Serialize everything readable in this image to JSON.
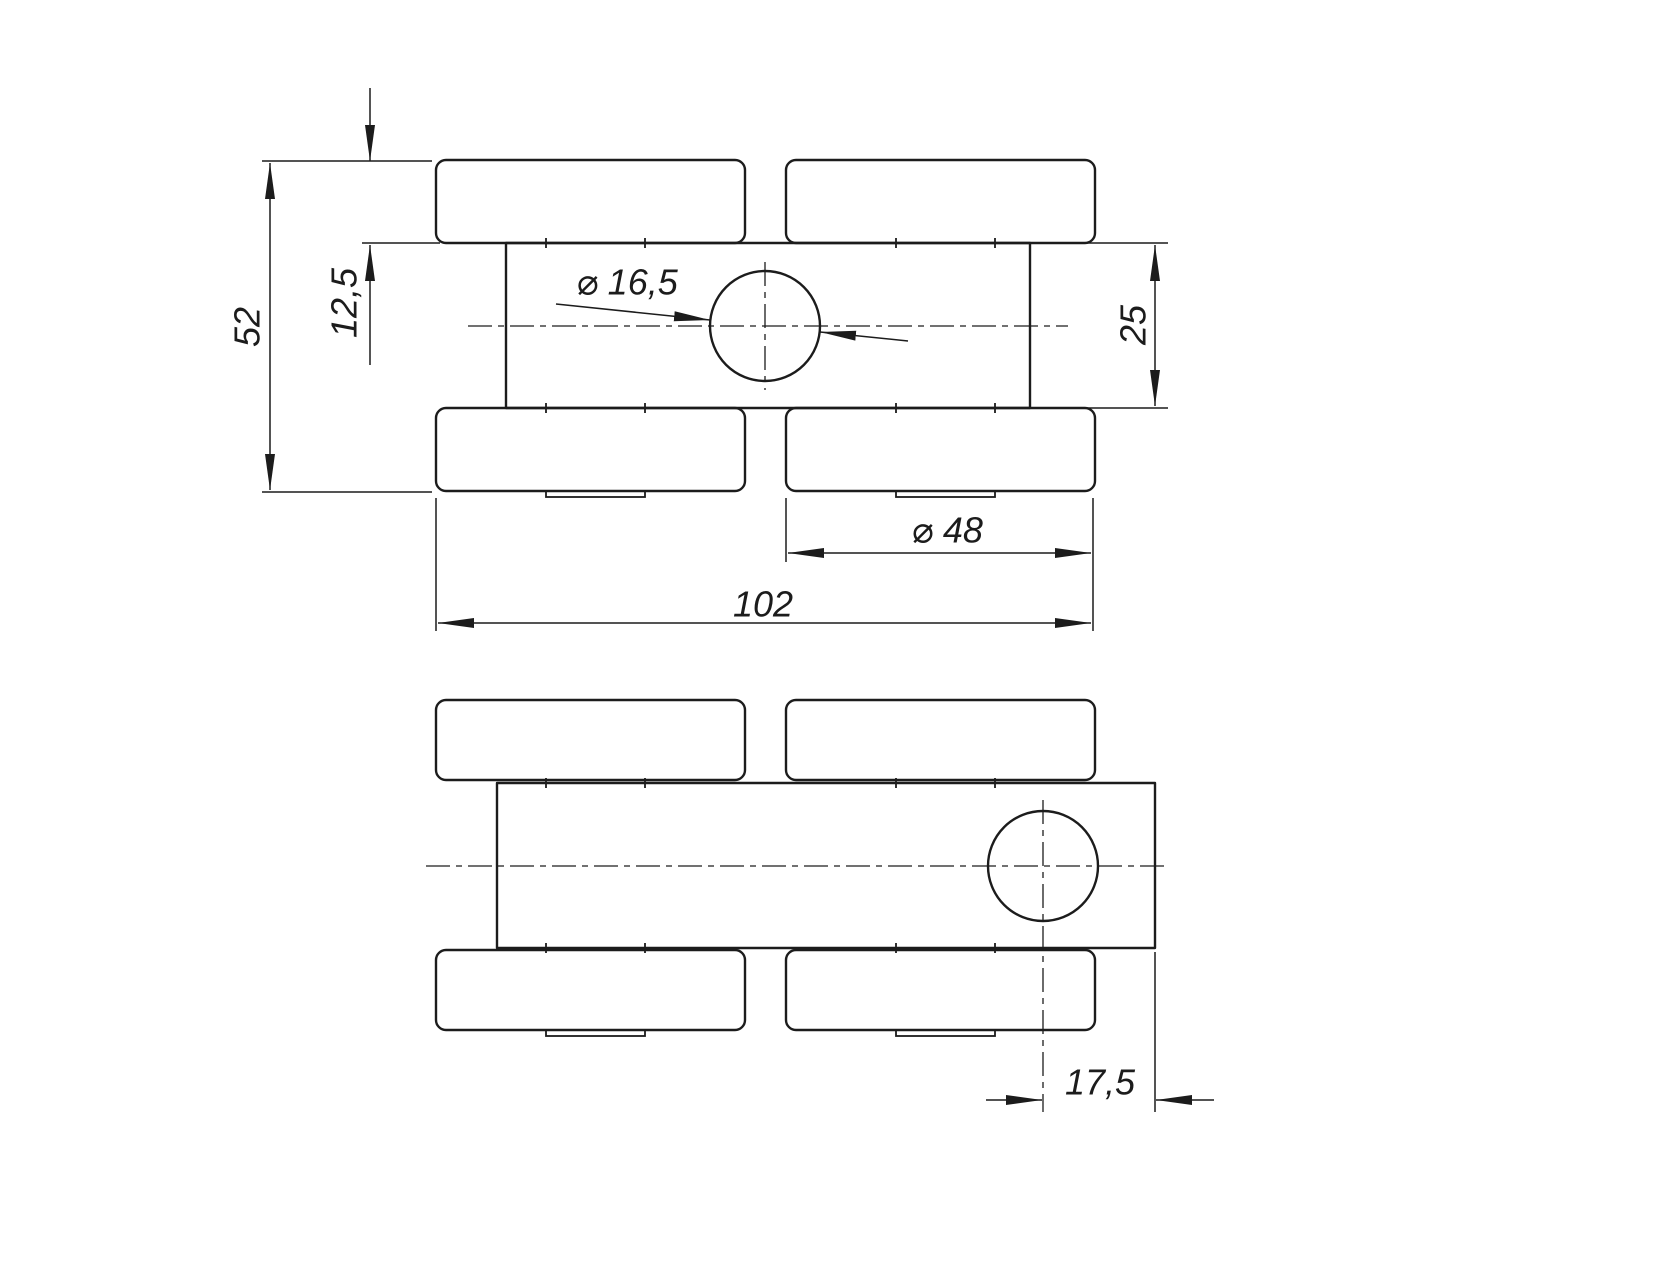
{
  "drawing": {
    "background_color": "#ffffff",
    "line_color": "#1c1c1c",
    "dimensions": {
      "overall_height": "52",
      "pad_thickness": "12,5",
      "hole_diameter": "⌀ 16,5",
      "body_thickness": "25",
      "roller_diameter": "⌀ 48",
      "overall_length": "102",
      "hole_offset": "17,5"
    }
  }
}
